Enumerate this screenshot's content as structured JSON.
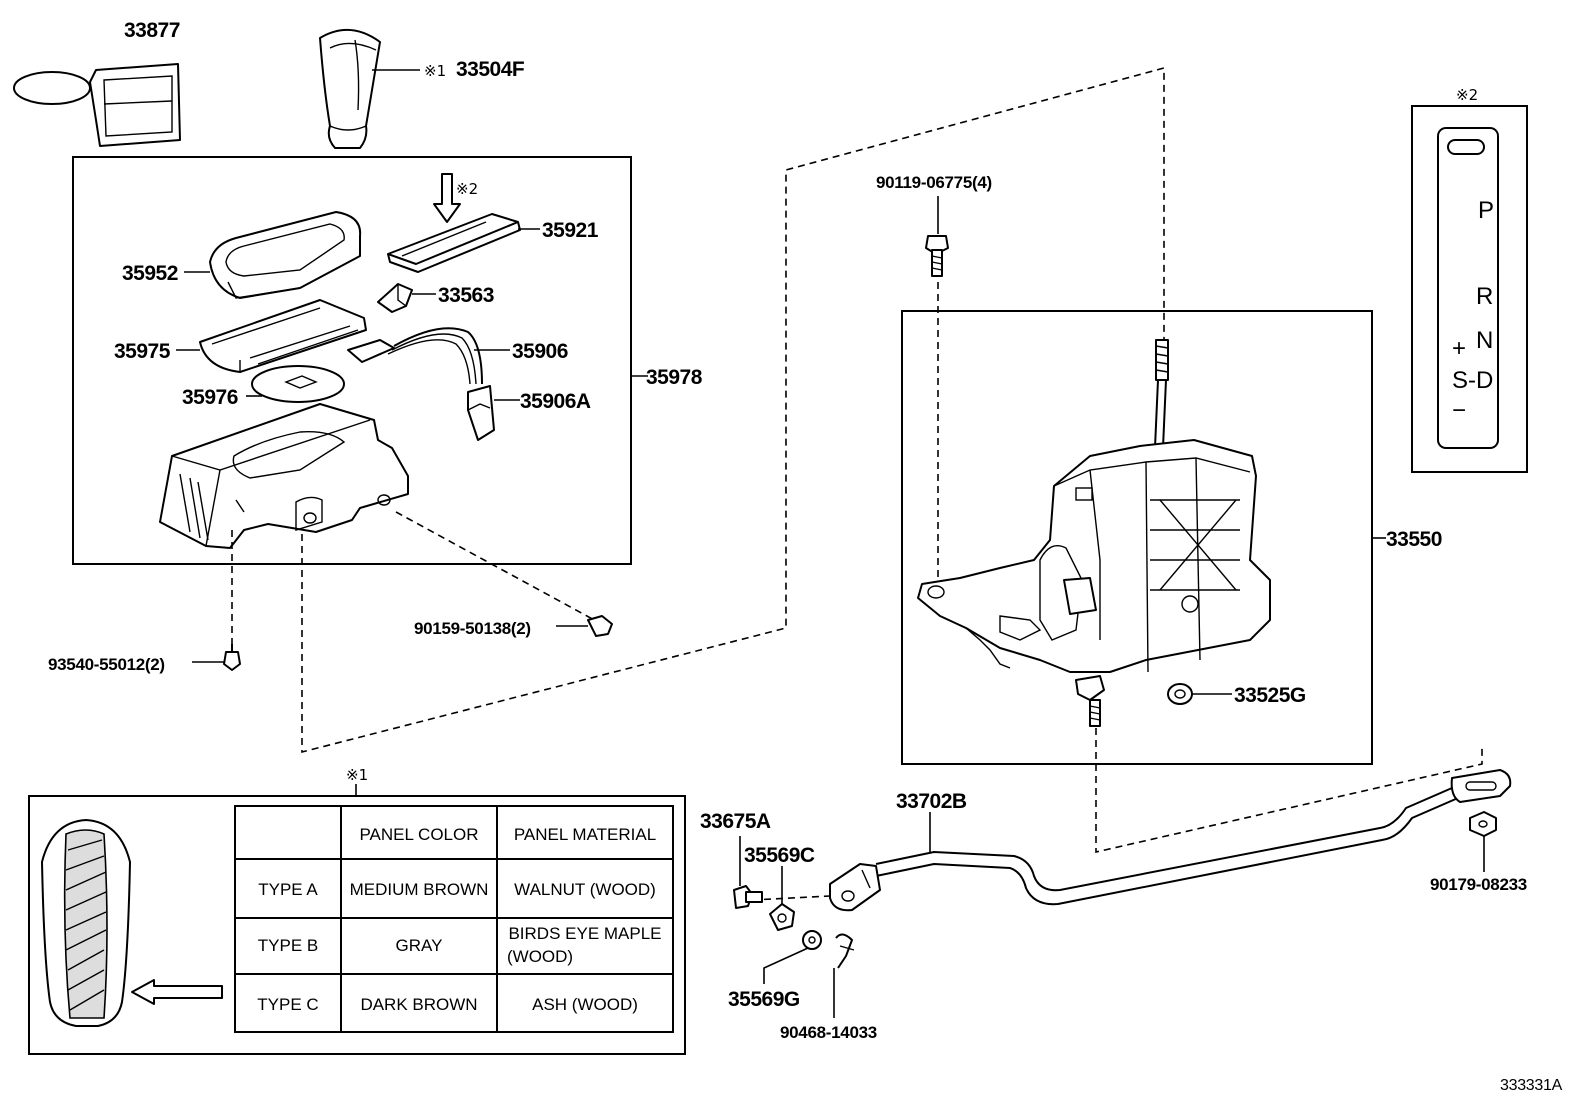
{
  "diagram_id": "333331A",
  "labels": {
    "p33877": "33877",
    "p33504F": "33504F",
    "p33504F_mark": "※1",
    "p35921": "35921",
    "p35921_mark": "※2",
    "p35952": "35952",
    "p33563": "33563",
    "p35975": "35975",
    "p35906": "35906",
    "p35976": "35976",
    "p35906A": "35906A",
    "p35978": "35978",
    "p90159": "90159-50138(2)",
    "p93540": "93540-55012(2)",
    "p90119": "90119-06775(4)",
    "p33550": "33550",
    "p33525G": "33525G",
    "p33675A": "33675A",
    "p35569C": "35569C",
    "p33702B": "33702B",
    "p35569G": "35569G",
    "p90468": "90468-14033",
    "p90179": "90179-08233"
  },
  "inset_note2": {
    "mark": "※2",
    "gears": [
      "P",
      "R",
      "N",
      "+",
      "S-D",
      "−"
    ]
  },
  "table_note1": {
    "mark": "※1",
    "headers": [
      "",
      "PANEL COLOR",
      "PANEL MATERIAL"
    ],
    "rows": [
      [
        "TYPE A",
        "MEDIUM BROWN",
        "WALNUT (WOOD)"
      ],
      [
        "TYPE B",
        "GRAY",
        "BIRDS EYE MAPLE",
        "(WOOD)"
      ],
      [
        "TYPE C",
        "DARK BROWN",
        "ASH (WOOD)"
      ]
    ]
  }
}
